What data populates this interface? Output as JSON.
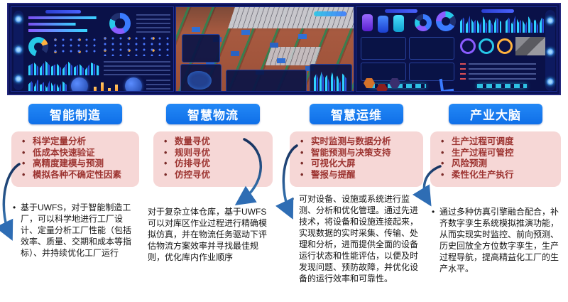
{
  "colors": {
    "header_blue": "#1478EE",
    "pink_box": "#F6D7D6",
    "feature_text_red": "#9D3431",
    "arrow_dark": "#16305C",
    "arrow_light": "#3B82C4",
    "banner_navy": "#0A1254"
  },
  "columns": [
    {
      "title": "智能制造",
      "bullets": [
        "科学定量分析",
        "低成本快速验证",
        "高精度建模与预测",
        "模拟各种不确定性因素"
      ],
      "description": "基于UWFS，对于智能制造工厂，可以科学地进行工厂设计、定量分析工厂性能（包括效率、质量、交期和成本等指标）、并持续优化工厂运行"
    },
    {
      "title": "智慧物流",
      "bullets": [
        "数量寻优",
        "规则寻优",
        "仿排寻优",
        "仿控寻优"
      ],
      "description": "对于复杂立体仓库，基于UWFS可以对库区作业过程进行精确模拟仿真，并在物流任务驱动下评估物流方案效率并寻找最佳规则，优化库内作业顺序"
    },
    {
      "title": "智慧运维",
      "bullets": [
        "实时监测与数据分析",
        "智能预测与决策支持",
        "可视化大屏",
        "警报与提醒"
      ],
      "description": "可对设备、设施或系统进行监测、分析和优化管理。通过先进技术，将设备和设施连接起来，实现数据的实时采集、传输、处理和分析，进而提供全面的设备运行状态和性能评估，以便及时发现问题、预防故障，并优化设备的运行效率和可靠性。"
    },
    {
      "title": "产业大脑",
      "bullets": [
        "生产过程可调度",
        "生产过程可管控",
        "风险预测",
        "柔性化生产执行"
      ],
      "description": "通过多种仿真引擎融合配合，补齐数字孪生系统模拟推演功能，从而实现实时监控、前向预测、历史回放全方位数字孪生，生产过程导航，提高精益化工厂的生产水平。"
    }
  ]
}
